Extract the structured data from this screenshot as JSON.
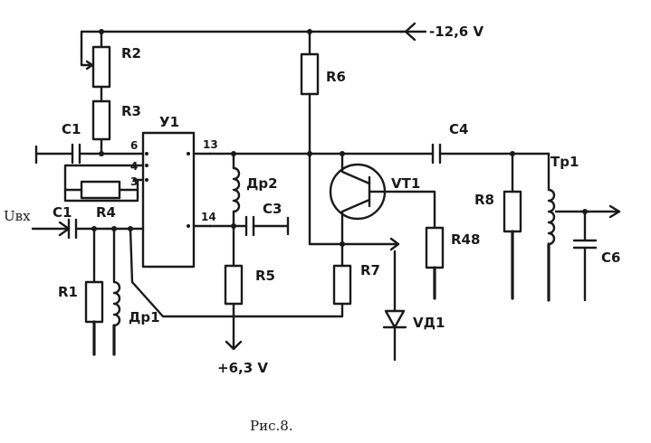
{
  "diagram": {
    "supply_negative": "-12,6 V",
    "supply_positive": "+6,3 V",
    "input_label": "Uвх",
    "caption": "Рис.8.",
    "ic_label": "У1",
    "ic_pins": [
      "6",
      "4",
      "3",
      "13",
      "14"
    ],
    "components": {
      "R1": "R1",
      "R2": "R2",
      "R3": "R3",
      "R4": "R4",
      "R5": "R5",
      "R6": "R6",
      "R7": "R7",
      "R8": "R8",
      "R48": "R48",
      "C1_top": "C1",
      "C1_input": "C1",
      "C3": "C3",
      "C4": "C4",
      "C6": "C6",
      "L1": "Др1",
      "L2": "Др2",
      "T1": "Тр1",
      "VT1": "VT1",
      "VD1": "VД1"
    }
  }
}
